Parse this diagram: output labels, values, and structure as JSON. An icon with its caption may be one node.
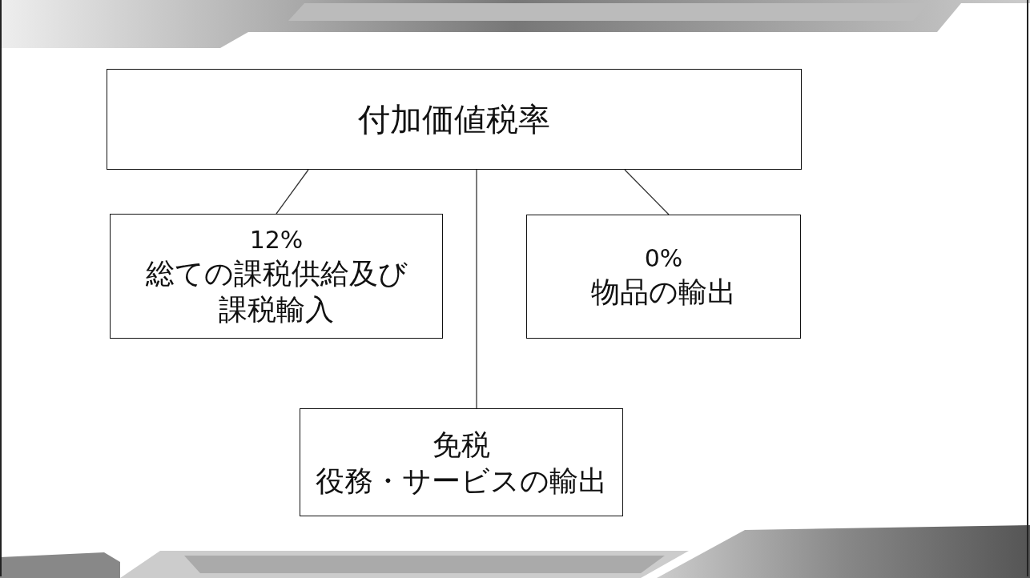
{
  "diagram": {
    "nodes": [
      {
        "text": [
          "付加価値税率"
        ]
      },
      {
        "text": [
          "12%",
          "総ての課税供給及び課税輸入"
        ]
      },
      {
        "text": [
          "0%",
          "物品の輸出"
        ]
      },
      {
        "text": [
          "免税",
          "役務・サービスの輸出"
        ]
      }
    ],
    "edges": [
      {
        "from": 0,
        "to": 1,
        "arrow": "none"
      },
      {
        "from": 0,
        "to": 2,
        "arrow": "none"
      },
      {
        "from": 0,
        "to": 3,
        "arrow": "none"
      }
    ]
  }
}
